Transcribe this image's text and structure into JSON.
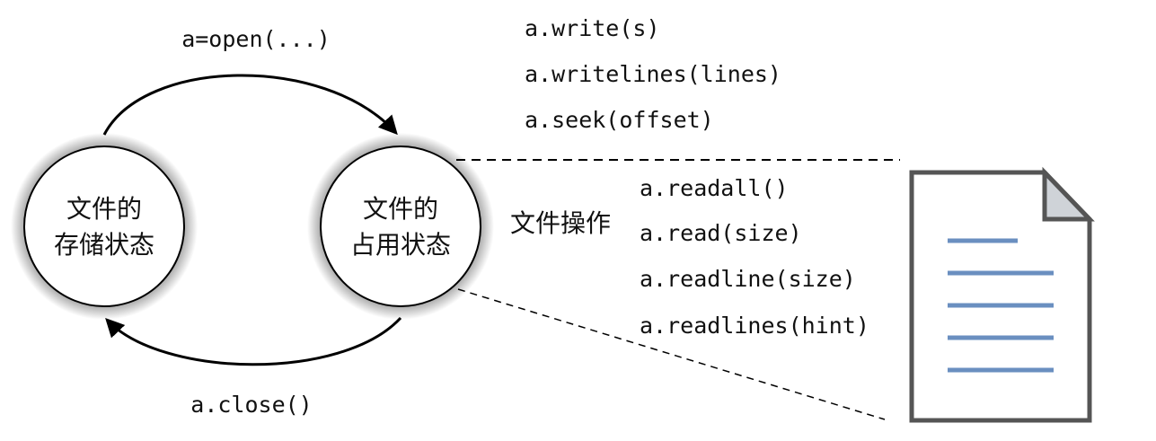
{
  "states": {
    "storage": {
      "line1": "文件的",
      "line2": "存储状态"
    },
    "occupied": {
      "line1": "文件的",
      "line2": "占用状态"
    }
  },
  "transitions": {
    "open": "a=open(...)",
    "close": "a.close()"
  },
  "write_ops": [
    "a.write(s)",
    "a.writelines(lines)",
    "a.seek(offset)"
  ],
  "operations_label": "文件操作",
  "read_ops": [
    "a.readall()",
    "a.read(size)",
    "a.readline(size)",
    "a.readlines(hint)"
  ],
  "colors": {
    "doc_lines": "#6a8fc0",
    "doc_border": "#555555",
    "circle_shadow": "#9a9a9a"
  }
}
